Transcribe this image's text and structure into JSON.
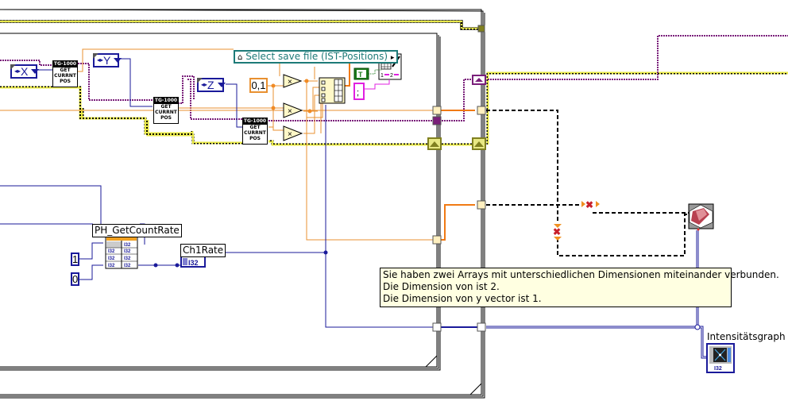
{
  "diagram": {
    "type": "LabVIEW block diagram",
    "rings": [
      {
        "id": "x",
        "value": "X"
      },
      {
        "id": "y",
        "value": "Y"
      },
      {
        "id": "z",
        "value": "Z"
      }
    ],
    "subvis": [
      {
        "id": "tg1",
        "header": "TG-1000",
        "lines": [
          "GET",
          "CURRNT",
          "POS"
        ]
      },
      {
        "id": "tg2",
        "header": "TG-1000",
        "lines": [
          "GET",
          "CURRNT",
          "POS"
        ]
      },
      {
        "id": "tg3",
        "header": "TG-1000",
        "lines": [
          "GET",
          "CURRNT",
          "POS"
        ]
      }
    ],
    "path_constant": "Select save file  (IST-Positions)",
    "numeric_constant": "0,1",
    "boolean_constant": "T",
    "string_constant": ";",
    "multiply_symbol": "×",
    "call_library_node": {
      "label": "PH_GetCountRate",
      "terminal_type": "I32",
      "inputs": [
        "1",
        "0"
      ]
    },
    "indicator_ch1rate": {
      "label": "Ch1Rate",
      "type": "I32"
    },
    "indicator_graph": {
      "label": "Intensitätsgraph",
      "type": "I32"
    },
    "write_spreadsheet_terminals": [
      "1",
      "2"
    ],
    "broken_wire_mark": "✖"
  },
  "tooltip": {
    "lines": [
      "Sie haben zwei Arrays mit unterschiedlichen Dimensionen miteinander verbunden.",
      "Die Dimension von  ist 2.",
      "Die Dimension von y vector ist 1."
    ]
  },
  "colors": {
    "wire_error": "#c8c832",
    "wire_refnum": "#7a1f7a",
    "wire_numeric_dbl": "#f08a24",
    "wire_numeric_int": "#1a1a9a",
    "wire_path": "#1d7a78",
    "wire_boolean": "#1a7a1a",
    "wire_string": "#e020e0",
    "tooltip_bg": "#ffffe1"
  }
}
